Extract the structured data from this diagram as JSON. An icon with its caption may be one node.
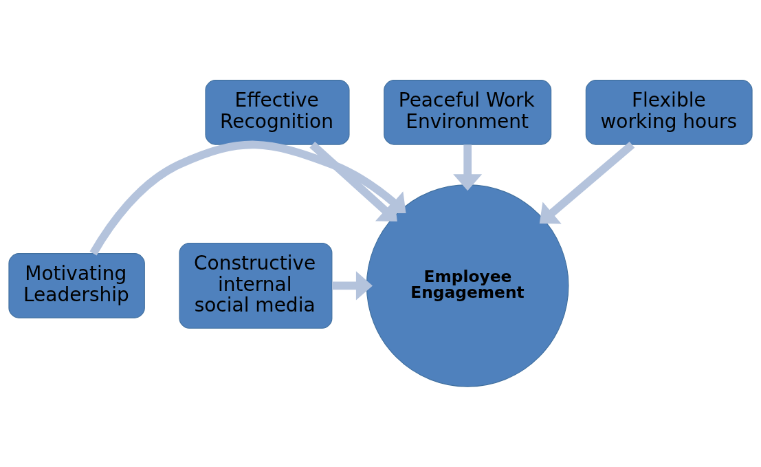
{
  "diagram": {
    "nodes": [
      {
        "text": [
          "Effective Recognition"
        ]
      },
      {
        "text": [
          "Peaceful Work Environment"
        ]
      },
      {
        "text": [
          "Flexible working hours"
        ]
      },
      {
        "text": [
          "Motivating Leadership"
        ]
      },
      {
        "text": [
          "Employee Engagement"
        ]
      },
      {
        "text": [
          "Constructive internal social media"
        ]
      }
    ],
    "edges": [
      {
        "from": 0,
        "to": 4,
        "arrow": "to"
      },
      {
        "from": 1,
        "to": 4,
        "arrow": "to"
      },
      {
        "from": 2,
        "to": 4,
        "arrow": "to"
      },
      {
        "from": 3,
        "to": 4,
        "arrow": "to"
      },
      {
        "from": 5,
        "to": 4,
        "arrow": "to"
      }
    ]
  }
}
